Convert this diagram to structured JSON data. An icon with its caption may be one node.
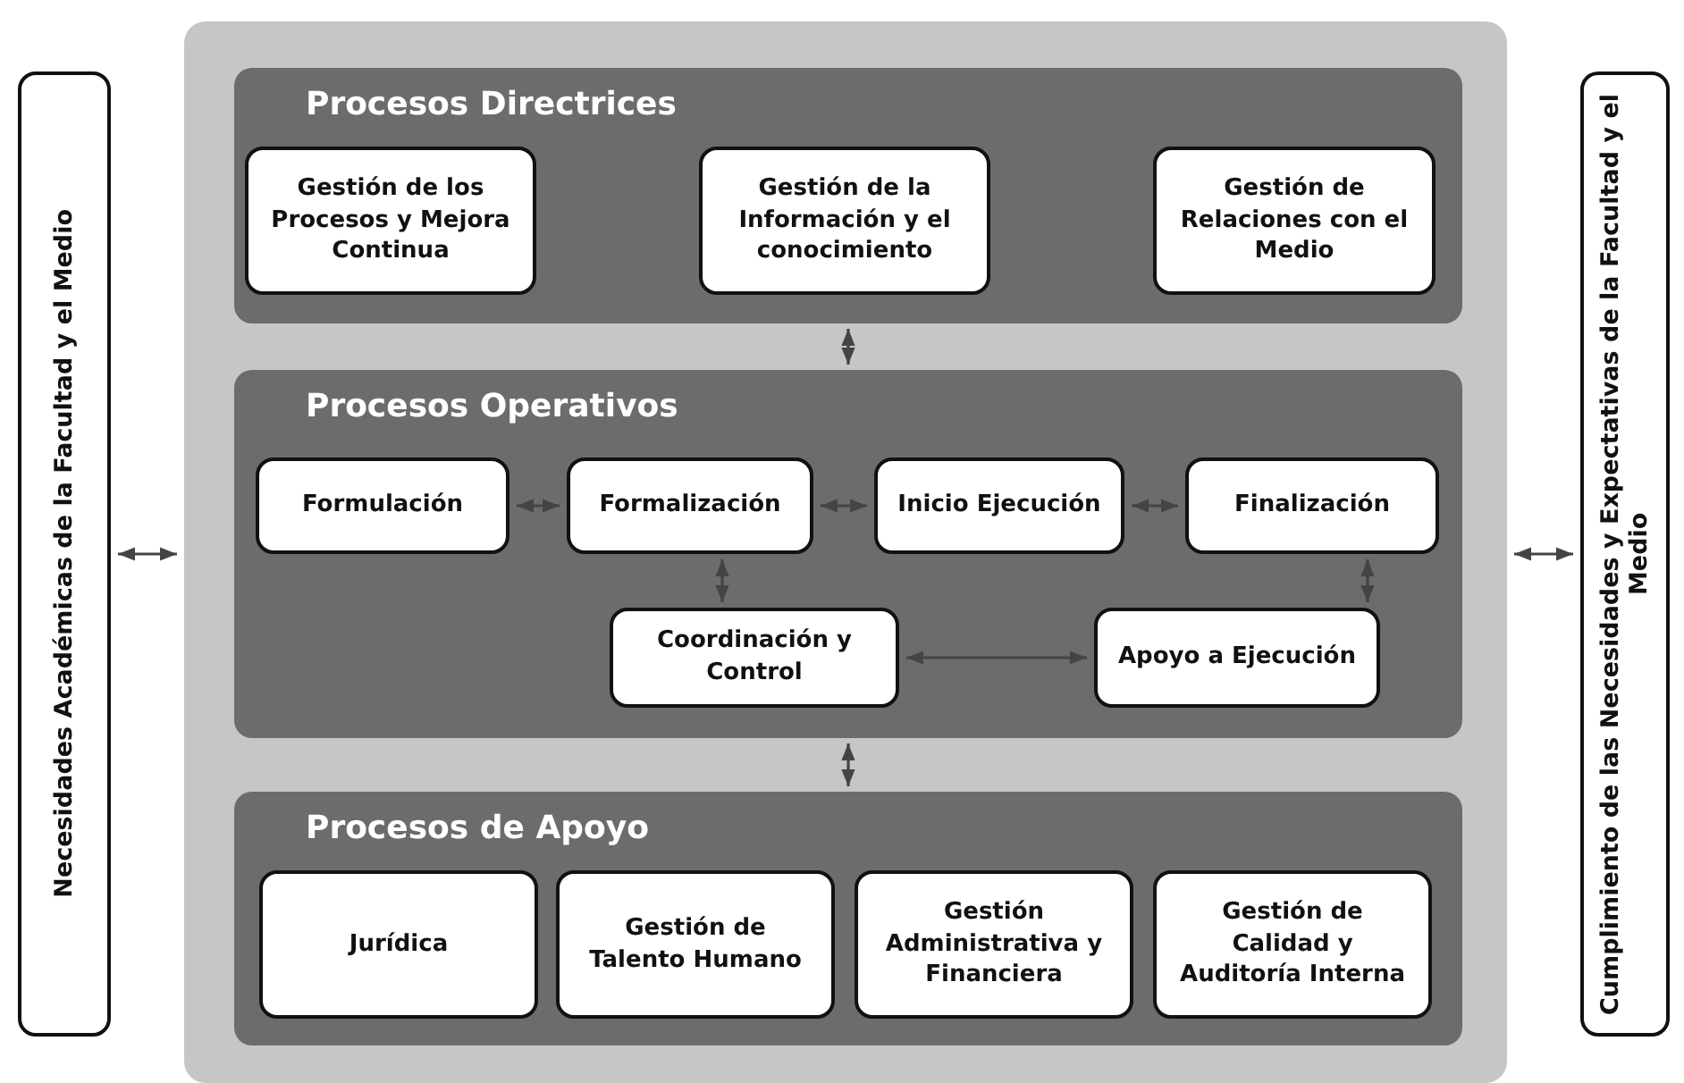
{
  "diagram": {
    "nodes": [
      {
        "text": [
          "Necesidades Académicas de la Facultad y el Medio"
        ]
      },
      {
        "text": [],
        "shape": "box"
      },
      {
        "text": [
          "Procesos Directrices"
        ],
        "in": 1
      },
      {
        "text": [
          "Gestión de los Procesos y Mejora Continua"
        ],
        "in": 2
      },
      {
        "text": [
          "Gestión de la Información y el conocimiento"
        ],
        "in": 2
      },
      {
        "text": [
          "Gestión de Relaciones con el Medio"
        ],
        "in": 2
      },
      {
        "text": [
          "Procesos Operativos"
        ],
        "in": 1
      },
      {
        "text": [
          "Formulación"
        ],
        "in": 6
      },
      {
        "text": [
          "Formalización"
        ],
        "in": 6
      },
      {
        "text": [
          "Inicio Ejecución"
        ],
        "in": 6
      },
      {
        "text": [
          "Finalización"
        ],
        "in": 6
      },
      {
        "text": [
          "Coordinación y Control"
        ],
        "in": 6
      },
      {
        "text": [
          "Apoyo a Ejecución"
        ],
        "in": 6
      },
      {
        "text": [
          "Procesos de Apoyo"
        ],
        "in": 1
      },
      {
        "text": [
          "Jurídica"
        ],
        "in": 13
      },
      {
        "text": [
          "Gestión de Talento Humano"
        ],
        "in": 13
      },
      {
        "text": [
          "Gestión Administrativa y Financiera"
        ],
        "in": 13
      },
      {
        "text": [
          "Gestión de Calidad y Auditoría Interna"
        ],
        "in": 13
      },
      {
        "text": [
          "Cumplimiento de las Necesidades y Expectativas de la Facultad y el Medio"
        ]
      }
    ],
    "edges": [
      {
        "from": 0,
        "to": 1,
        "arrow": "both"
      },
      {
        "from": 1,
        "to": 18,
        "arrow": "both"
      },
      {
        "from": 2,
        "to": 6,
        "arrow": "both"
      },
      {
        "from": 7,
        "to": 8,
        "arrow": "both"
      },
      {
        "from": 8,
        "to": 9,
        "arrow": "both"
      },
      {
        "from": 9,
        "to": 10,
        "arrow": "both"
      },
      {
        "from": 8,
        "to": 11,
        "arrow": "both"
      },
      {
        "from": 10,
        "to": 12,
        "arrow": "both"
      },
      {
        "from": 11,
        "to": 12,
        "arrow": "both"
      },
      {
        "from": 6,
        "to": 13,
        "arrow": "both"
      }
    ]
  }
}
